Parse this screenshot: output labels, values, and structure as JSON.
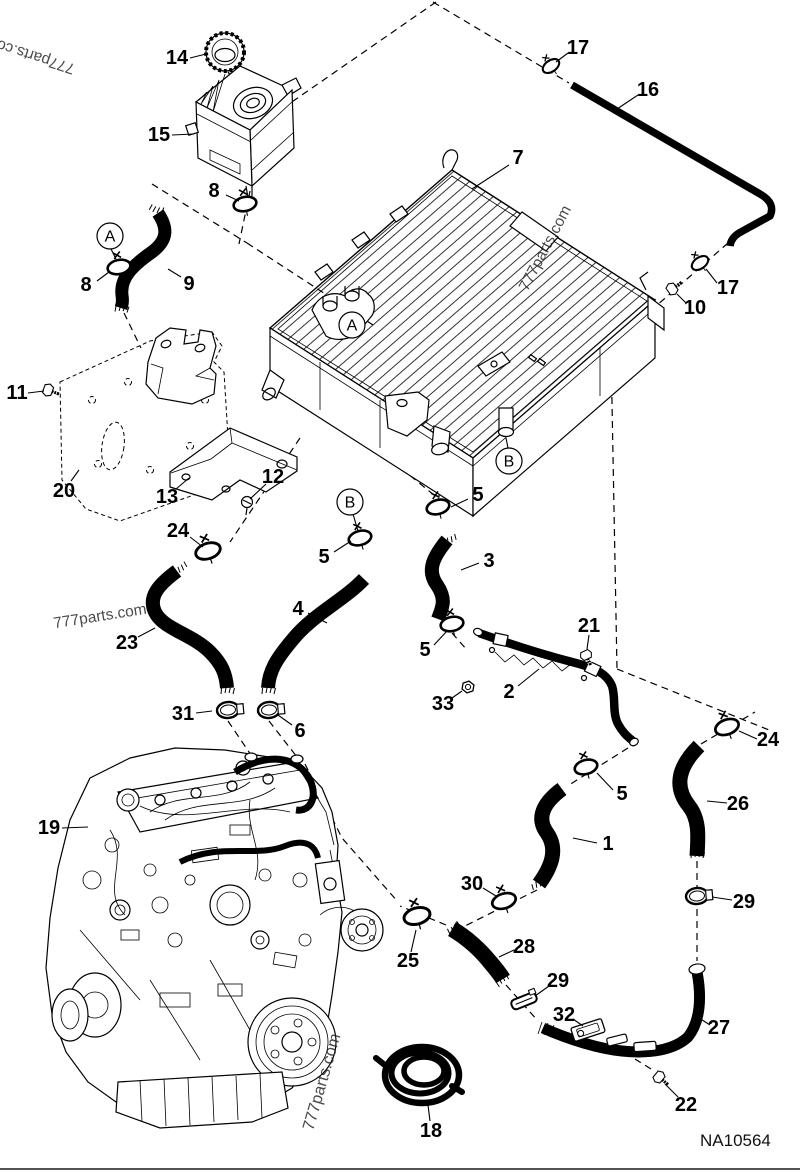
{
  "figure": {
    "part_code": "NA10564",
    "background": "#ffffff",
    "ink": "#000000"
  },
  "watermarks": [
    {
      "text": "777parts.co"
    },
    {
      "text": "777parts.com"
    },
    {
      "text": "777parts.com"
    },
    {
      "text": "777parts.com"
    }
  ],
  "view_labels": [
    {
      "label": "A"
    },
    {
      "label": "A"
    },
    {
      "label": "B"
    },
    {
      "label": "B"
    }
  ],
  "callouts": [
    {
      "label": "14"
    },
    {
      "label": "15"
    },
    {
      "label": "8"
    },
    {
      "label": "17"
    },
    {
      "label": "16"
    },
    {
      "label": "7"
    },
    {
      "label": "8"
    },
    {
      "label": "9"
    },
    {
      "label": "10"
    },
    {
      "label": "17"
    },
    {
      "label": "11"
    },
    {
      "label": "20"
    },
    {
      "label": "13"
    },
    {
      "label": "12"
    },
    {
      "label": "24"
    },
    {
      "label": "5"
    },
    {
      "label": "5"
    },
    {
      "label": "3"
    },
    {
      "label": "4"
    },
    {
      "label": "23"
    },
    {
      "label": "5"
    },
    {
      "label": "33"
    },
    {
      "label": "2"
    },
    {
      "label": "21"
    },
    {
      "label": "24"
    },
    {
      "label": "31"
    },
    {
      "label": "6"
    },
    {
      "label": "19"
    },
    {
      "label": "5"
    },
    {
      "label": "1"
    },
    {
      "label": "26"
    },
    {
      "label": "30"
    },
    {
      "label": "29"
    },
    {
      "label": "25"
    },
    {
      "label": "28"
    },
    {
      "label": "29"
    },
    {
      "label": "32"
    },
    {
      "label": "27"
    },
    {
      "label": "22"
    },
    {
      "label": "18"
    }
  ]
}
